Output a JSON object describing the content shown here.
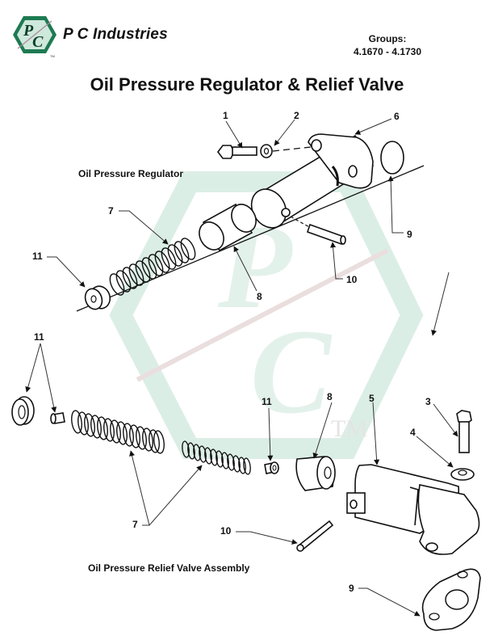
{
  "header": {
    "brand_name": "P C Industries",
    "logo_letters": "PC",
    "logo_trademark": "TM",
    "groups_label": "Groups:",
    "groups_range": "4.1670 - 4.1730"
  },
  "page_title": "Oil Pressure Regulator & Relief Valve",
  "sections": {
    "regulator": {
      "label": "Oil Pressure Regulator"
    },
    "relief_valve": {
      "label": "Oil Pressure Relief Valve Assembly"
    }
  },
  "watermark": {
    "letters": "PC",
    "trademark": "TM",
    "color": "#dbeee6"
  },
  "colors": {
    "logo_green": "#1e7a52",
    "logo_light": "#cfe8dc",
    "text": "#111111"
  },
  "callouts": {
    "c1": "1",
    "c2": "2",
    "c6": "6",
    "c7a": "7",
    "c8a": "8",
    "c9a": "9",
    "c10a": "10",
    "c11a": "11",
    "c11b": "11",
    "c11c": "11",
    "c8b": "8",
    "c5": "5",
    "c3": "3",
    "c4": "4",
    "c7b": "7",
    "c10b": "10",
    "c9b": "9"
  }
}
